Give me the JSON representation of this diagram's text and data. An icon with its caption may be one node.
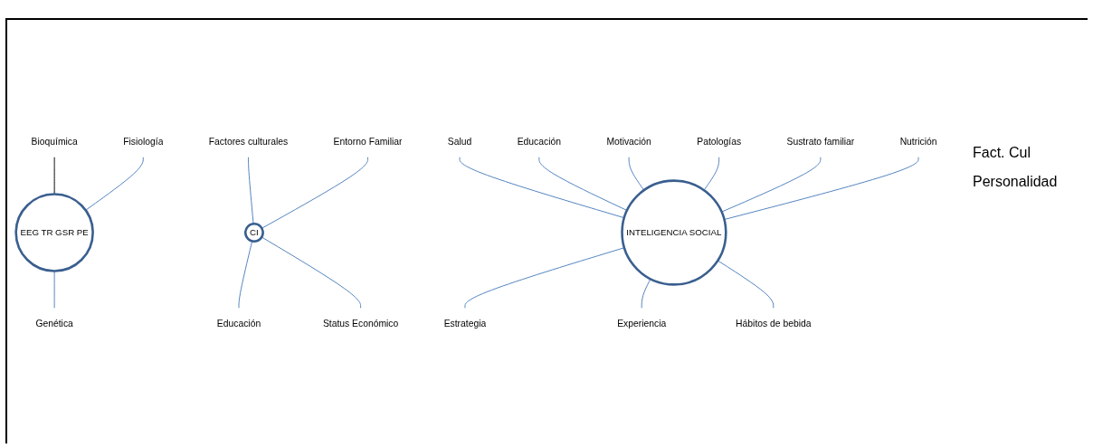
{
  "diagram": {
    "nodes": [
      {
        "text": [
          "EEG TR GSR PE"
        ]
      },
      {
        "text": [
          "Bioquímica"
        ]
      },
      {
        "text": [
          "Fisiología"
        ]
      },
      {
        "text": [
          "Genética"
        ]
      },
      {
        "text": [
          "CI"
        ]
      },
      {
        "text": [
          "Factores culturales"
        ]
      },
      {
        "text": [
          "Entorno Familiar"
        ]
      },
      {
        "text": [
          "Educación"
        ]
      },
      {
        "text": [
          "Status Económico"
        ]
      },
      {
        "text": [
          "INTELIGENCIA SOCIAL"
        ]
      },
      {
        "text": [
          "Salud"
        ]
      },
      {
        "text": [
          "Educación"
        ]
      },
      {
        "text": [
          "Motivación"
        ]
      },
      {
        "text": [
          "Patologías"
        ]
      },
      {
        "text": [
          "Sustrato familiar"
        ]
      },
      {
        "text": [
          "Nutrición"
        ]
      },
      {
        "text": [
          "Estrategia"
        ]
      },
      {
        "text": [
          "Experiencia"
        ]
      },
      {
        "text": [
          "Hábitos de bebida"
        ]
      }
    ],
    "edges": [
      {
        "from": 1,
        "to": 0,
        "arrow": "none",
        "color": "#000000"
      },
      {
        "from": 2,
        "to": 0,
        "arrow": "none"
      },
      {
        "from": 3,
        "to": 0,
        "arrow": "none"
      },
      {
        "from": 5,
        "to": 4,
        "arrow": "none"
      },
      {
        "from": 6,
        "to": 4,
        "arrow": "none"
      },
      {
        "from": 7,
        "to": 4,
        "arrow": "none"
      },
      {
        "from": 8,
        "to": 4,
        "arrow": "none"
      },
      {
        "from": 10,
        "to": 9,
        "arrow": "none"
      },
      {
        "from": 11,
        "to": 9,
        "arrow": "none"
      },
      {
        "from": 12,
        "to": 9,
        "arrow": "none"
      },
      {
        "from": 13,
        "to": 9,
        "arrow": "none"
      },
      {
        "from": 14,
        "to": 9,
        "arrow": "none"
      },
      {
        "from": 15,
        "to": 9,
        "arrow": "none"
      },
      {
        "from": 16,
        "to": 9,
        "arrow": "none"
      },
      {
        "from": 17,
        "to": 9,
        "arrow": "none"
      },
      {
        "from": 18,
        "to": 9,
        "arrow": "none"
      }
    ],
    "labels": [
      "Fact. Cul",
      "Personalidad"
    ]
  }
}
